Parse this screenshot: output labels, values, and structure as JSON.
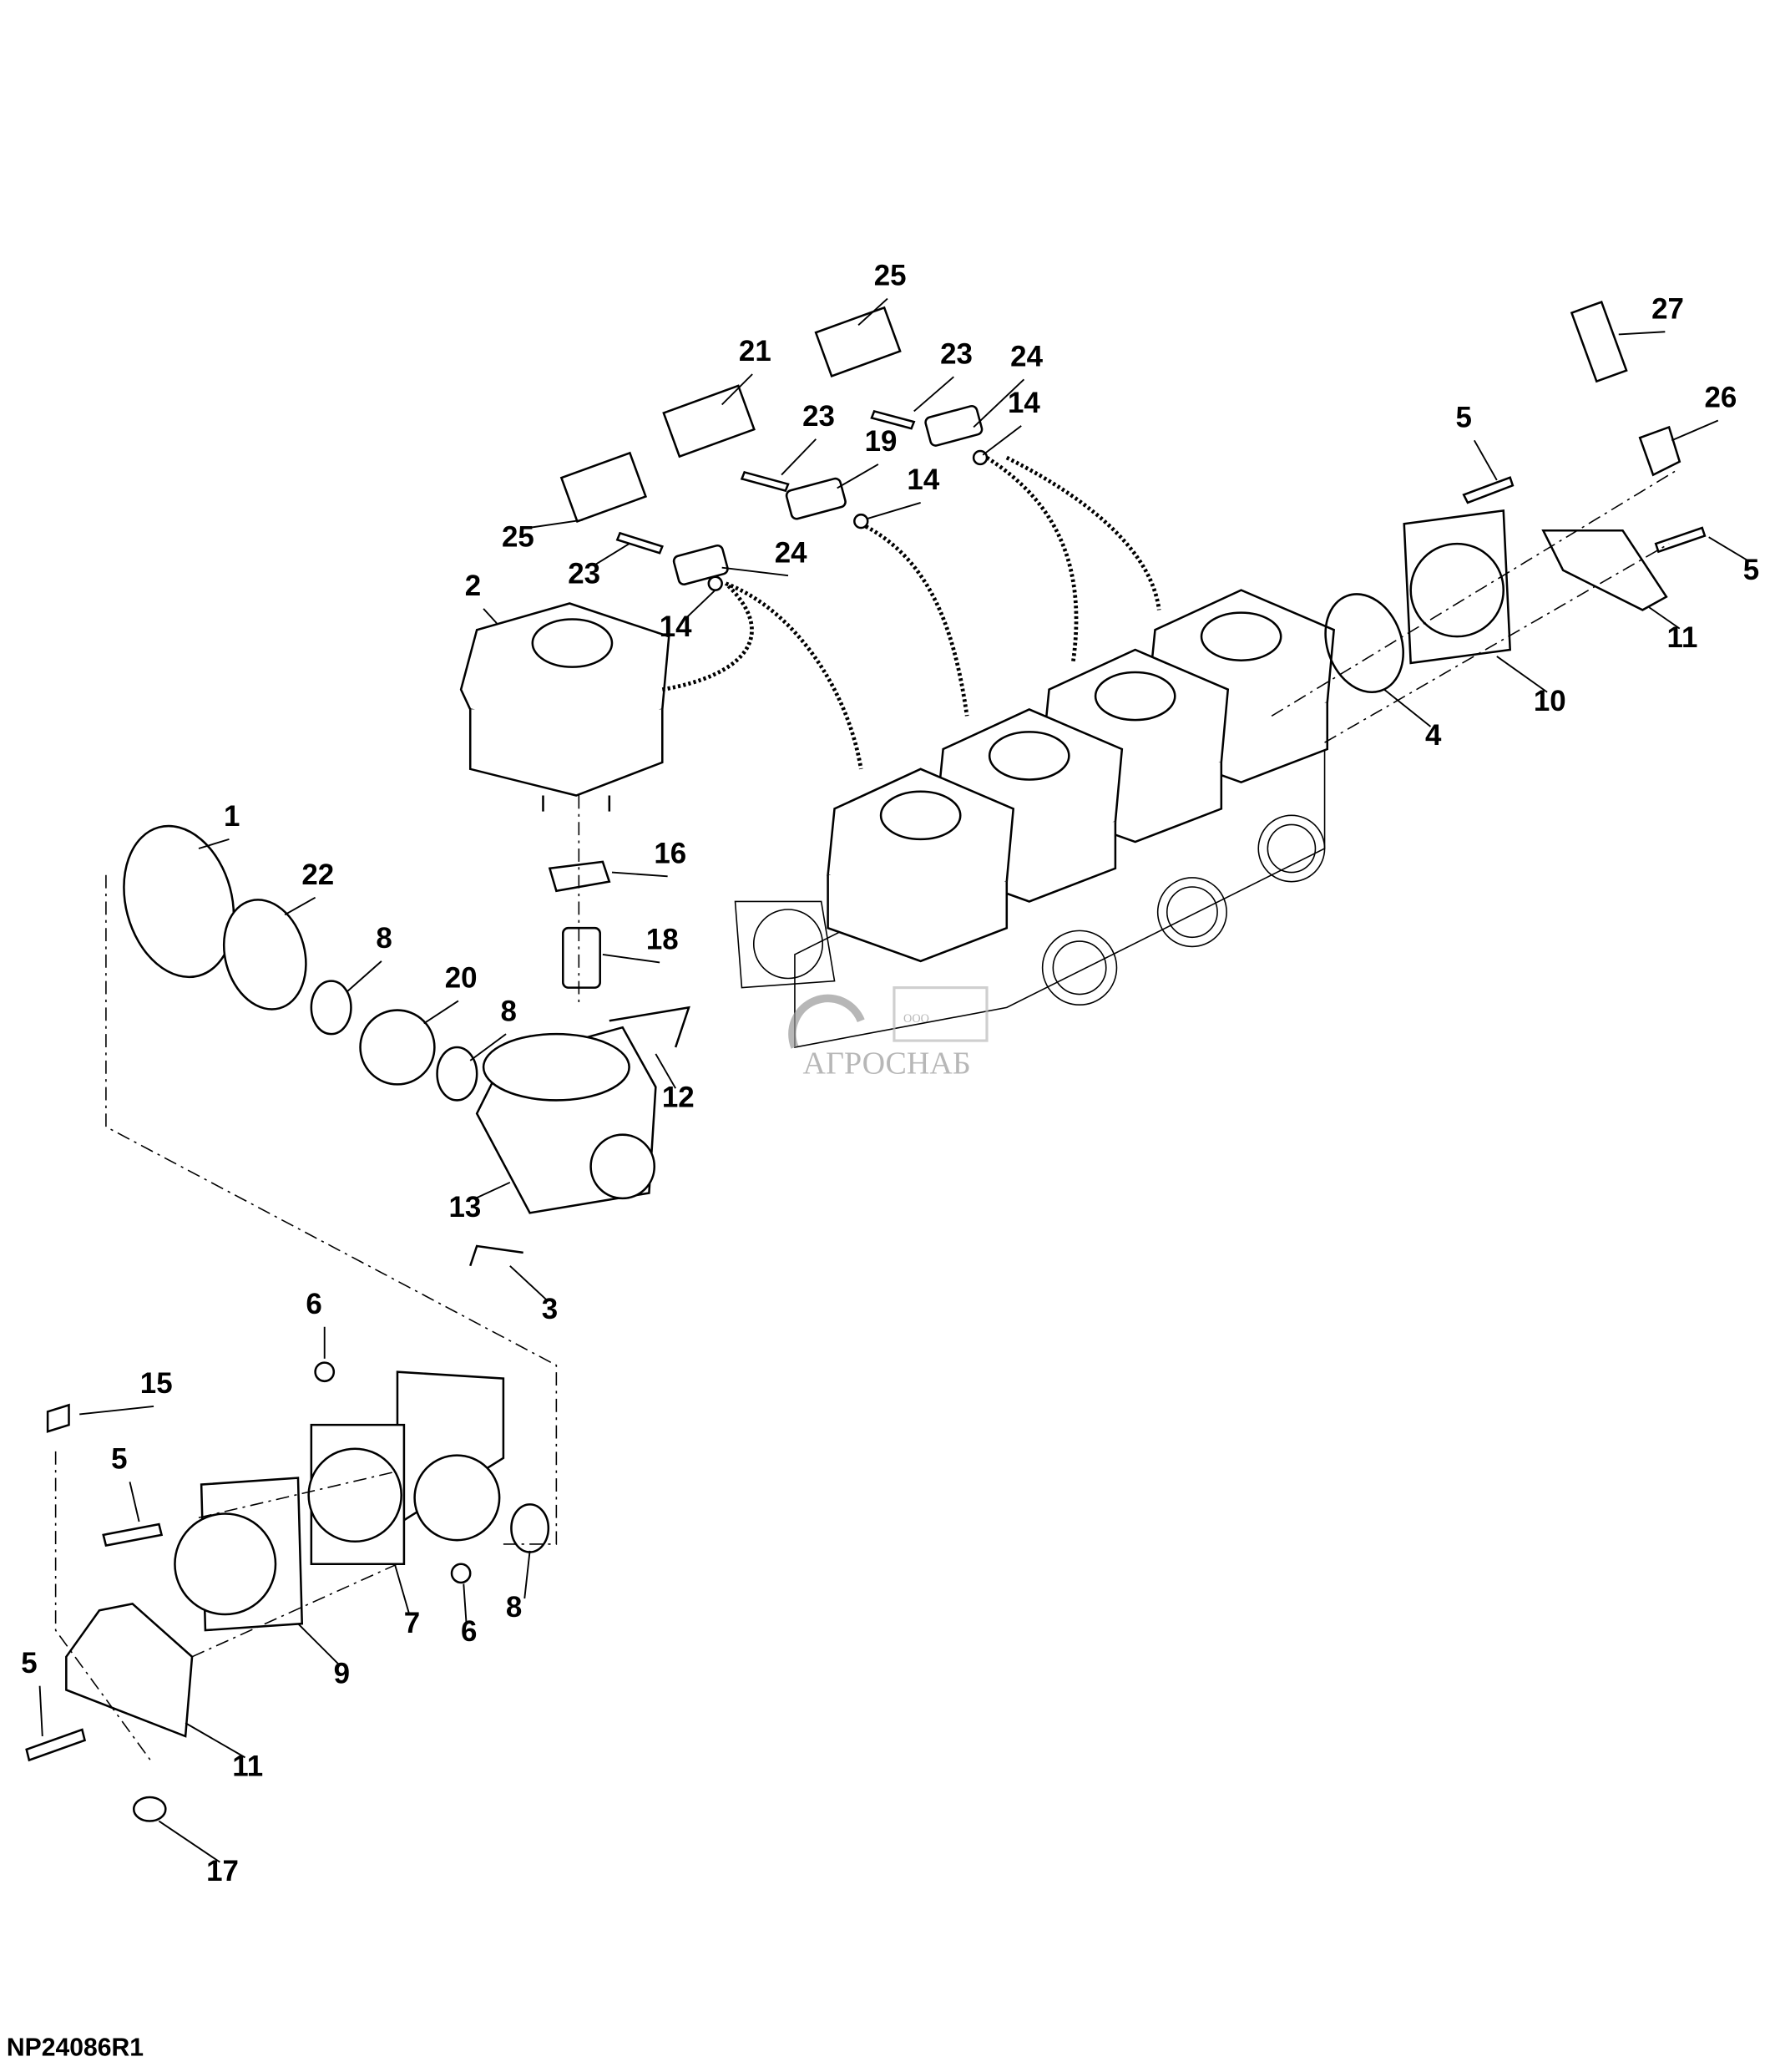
{
  "diagram": {
    "figure_id": "NP24086R1",
    "watermark": {
      "prefix": "ООО",
      "name": "АГРОСНАБ"
    },
    "callouts": [
      "25",
      "21",
      "23",
      "24",
      "14",
      "23",
      "19",
      "14",
      "25",
      "23",
      "24",
      "14",
      "2",
      "27",
      "26",
      "5",
      "5",
      "11",
      "10",
      "4",
      "1",
      "22",
      "16",
      "18",
      "8",
      "20",
      "8",
      "12",
      "13",
      "3",
      "6",
      "15",
      "5",
      "8",
      "7",
      "6",
      "9",
      "5",
      "11",
      "17"
    ]
  }
}
